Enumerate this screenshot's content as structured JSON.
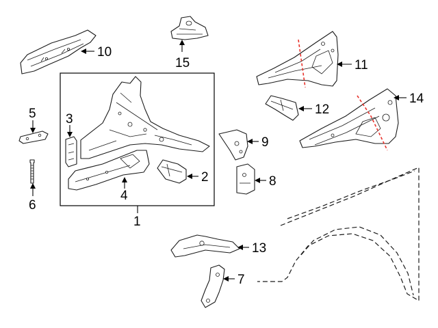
{
  "diagram": {
    "callouts": [
      {
        "id": "p1",
        "label": "1"
      },
      {
        "id": "p2",
        "label": "2"
      },
      {
        "id": "p3",
        "label": "3"
      },
      {
        "id": "p4",
        "label": "4"
      },
      {
        "id": "p5",
        "label": "5"
      },
      {
        "id": "p6",
        "label": "6"
      },
      {
        "id": "p7",
        "label": "7"
      },
      {
        "id": "p8",
        "label": "8"
      },
      {
        "id": "p9",
        "label": "9"
      },
      {
        "id": "p10",
        "label": "10"
      },
      {
        "id": "p11",
        "label": "11"
      },
      {
        "id": "p12",
        "label": "12"
      },
      {
        "id": "p13",
        "label": "13"
      },
      {
        "id": "p14",
        "label": "14"
      },
      {
        "id": "p15",
        "label": "15"
      }
    ],
    "colors": {
      "cut_line": "#e8312a",
      "line": "#1a1a1a",
      "background": "#ffffff"
    }
  }
}
